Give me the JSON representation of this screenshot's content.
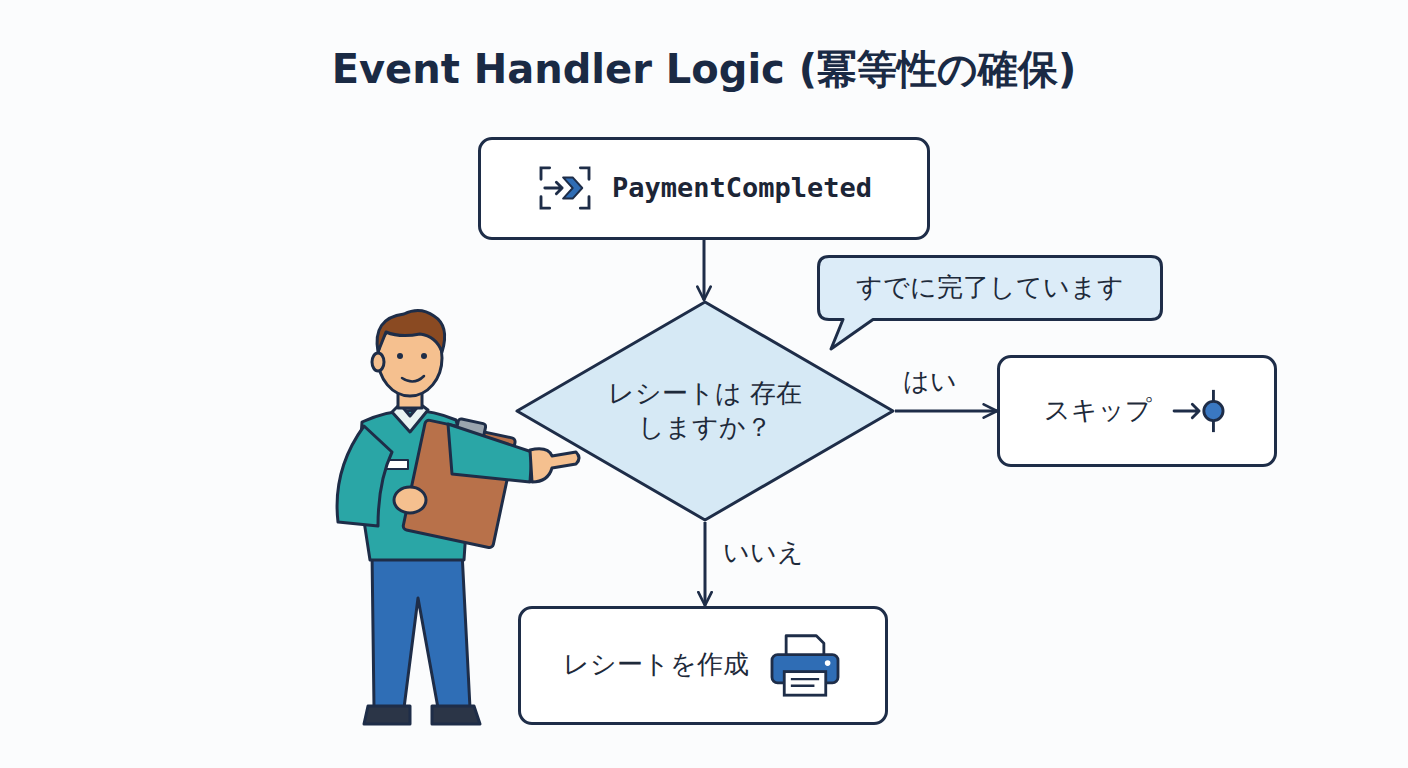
{
  "diagram": {
    "title": "Event Handler Logic (冪等性の確保)",
    "nodes": [
      {
        "text": [
          "PaymentCompleted"
        ]
      },
      {
        "text": [
          "すでに完了しています"
        ]
      },
      {
        "text": [
          "レシートは 存在しますか？"
        ]
      },
      {
        "text": [
          "スキップ"
        ]
      },
      {
        "text": [
          "レシートを作成"
        ]
      }
    ],
    "edges": [
      {
        "from": 0,
        "to": 2,
        "arrow": "to"
      },
      {
        "from": 2,
        "to": 3,
        "label": "はい",
        "arrow": "to"
      },
      {
        "from": 2,
        "to": 4,
        "label": "いいえ",
        "arrow": "to"
      }
    ]
  }
}
